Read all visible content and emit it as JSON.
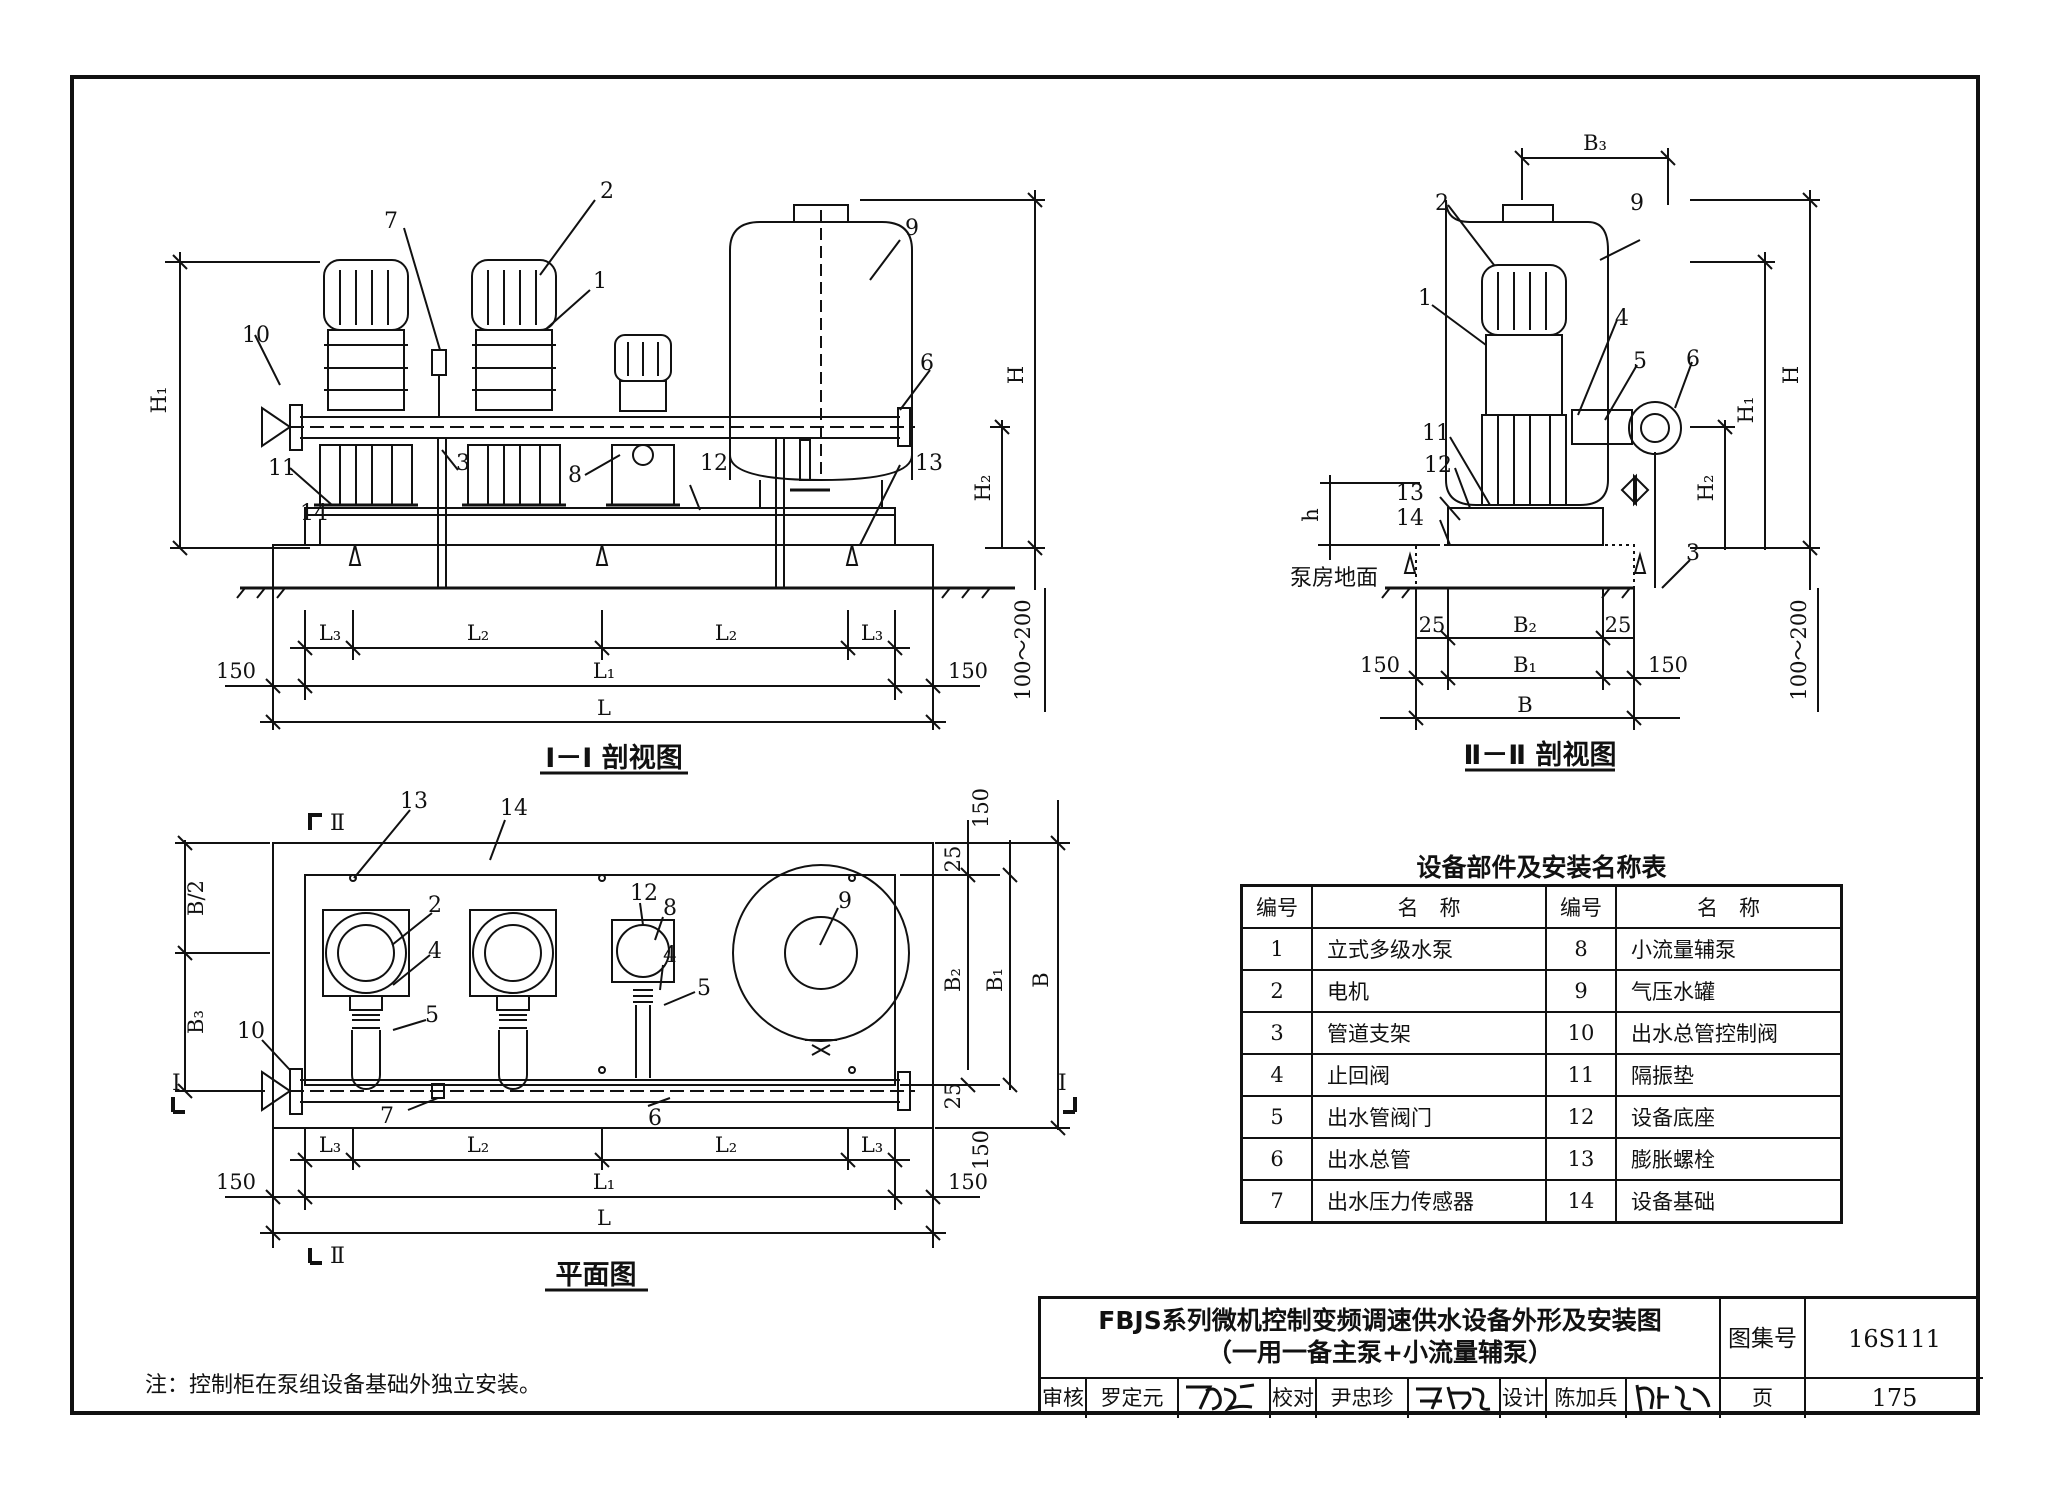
{
  "sections": {
    "section_1_title": "Ⅰ－Ⅰ 剖视图",
    "section_2_title": "Ⅱ－Ⅱ 剖视图",
    "plan_title": "平面图",
    "floor_label": "泵房地面"
  },
  "dims": {
    "L": "L",
    "L1": "L₁",
    "L2": "L₂",
    "L3": "L₃",
    "B": "B",
    "B1": "B₁",
    "B2": "B₂",
    "B3": "B₃",
    "B_half": "B/2",
    "H": "H",
    "H1": "H₁",
    "H2": "H₂",
    "h": "h",
    "d150": "150",
    "d25": "25",
    "d100_200": "100～200"
  },
  "section_marks": {
    "I": "Ⅰ",
    "II": "Ⅱ"
  },
  "callouts": [
    "1",
    "2",
    "3",
    "4",
    "5",
    "6",
    "7",
    "8",
    "9",
    "10",
    "11",
    "12",
    "13",
    "14"
  ],
  "parts_table": {
    "title": "设备部件及安装名称表",
    "headers": {
      "no": "编号",
      "name": "名　称"
    },
    "left": [
      {
        "no": "1",
        "name": "立式多级水泵"
      },
      {
        "no": "2",
        "name": "电机"
      },
      {
        "no": "3",
        "name": "管道支架"
      },
      {
        "no": "4",
        "name": "止回阀"
      },
      {
        "no": "5",
        "name": "出水管阀门"
      },
      {
        "no": "6",
        "name": "出水总管"
      },
      {
        "no": "7",
        "name": "出水压力传感器"
      }
    ],
    "right": [
      {
        "no": "8",
        "name": "小流量辅泵"
      },
      {
        "no": "9",
        "name": "气压水罐"
      },
      {
        "no": "10",
        "name": "出水总管控制阀"
      },
      {
        "no": "11",
        "name": "隔振垫"
      },
      {
        "no": "12",
        "name": "设备底座"
      },
      {
        "no": "13",
        "name": "膨胀螺栓"
      },
      {
        "no": "14",
        "name": "设备基础"
      }
    ]
  },
  "title_block": {
    "title_line1": "FBJS系列微机控制变频调速供水设备外形及安装图",
    "title_line2": "（一用一备主泵+小流量辅泵）",
    "atlas_label": "图集号",
    "atlas_no": "16S111",
    "review_label": "审核",
    "reviewer": "罗定元",
    "check_label": "校对",
    "checker": "尹忠珍",
    "design_label": "设计",
    "designer": "陈加兵",
    "page_label": "页",
    "page_no": "175"
  },
  "note": "注：控制柜在泵组设备基础外独立安装。"
}
